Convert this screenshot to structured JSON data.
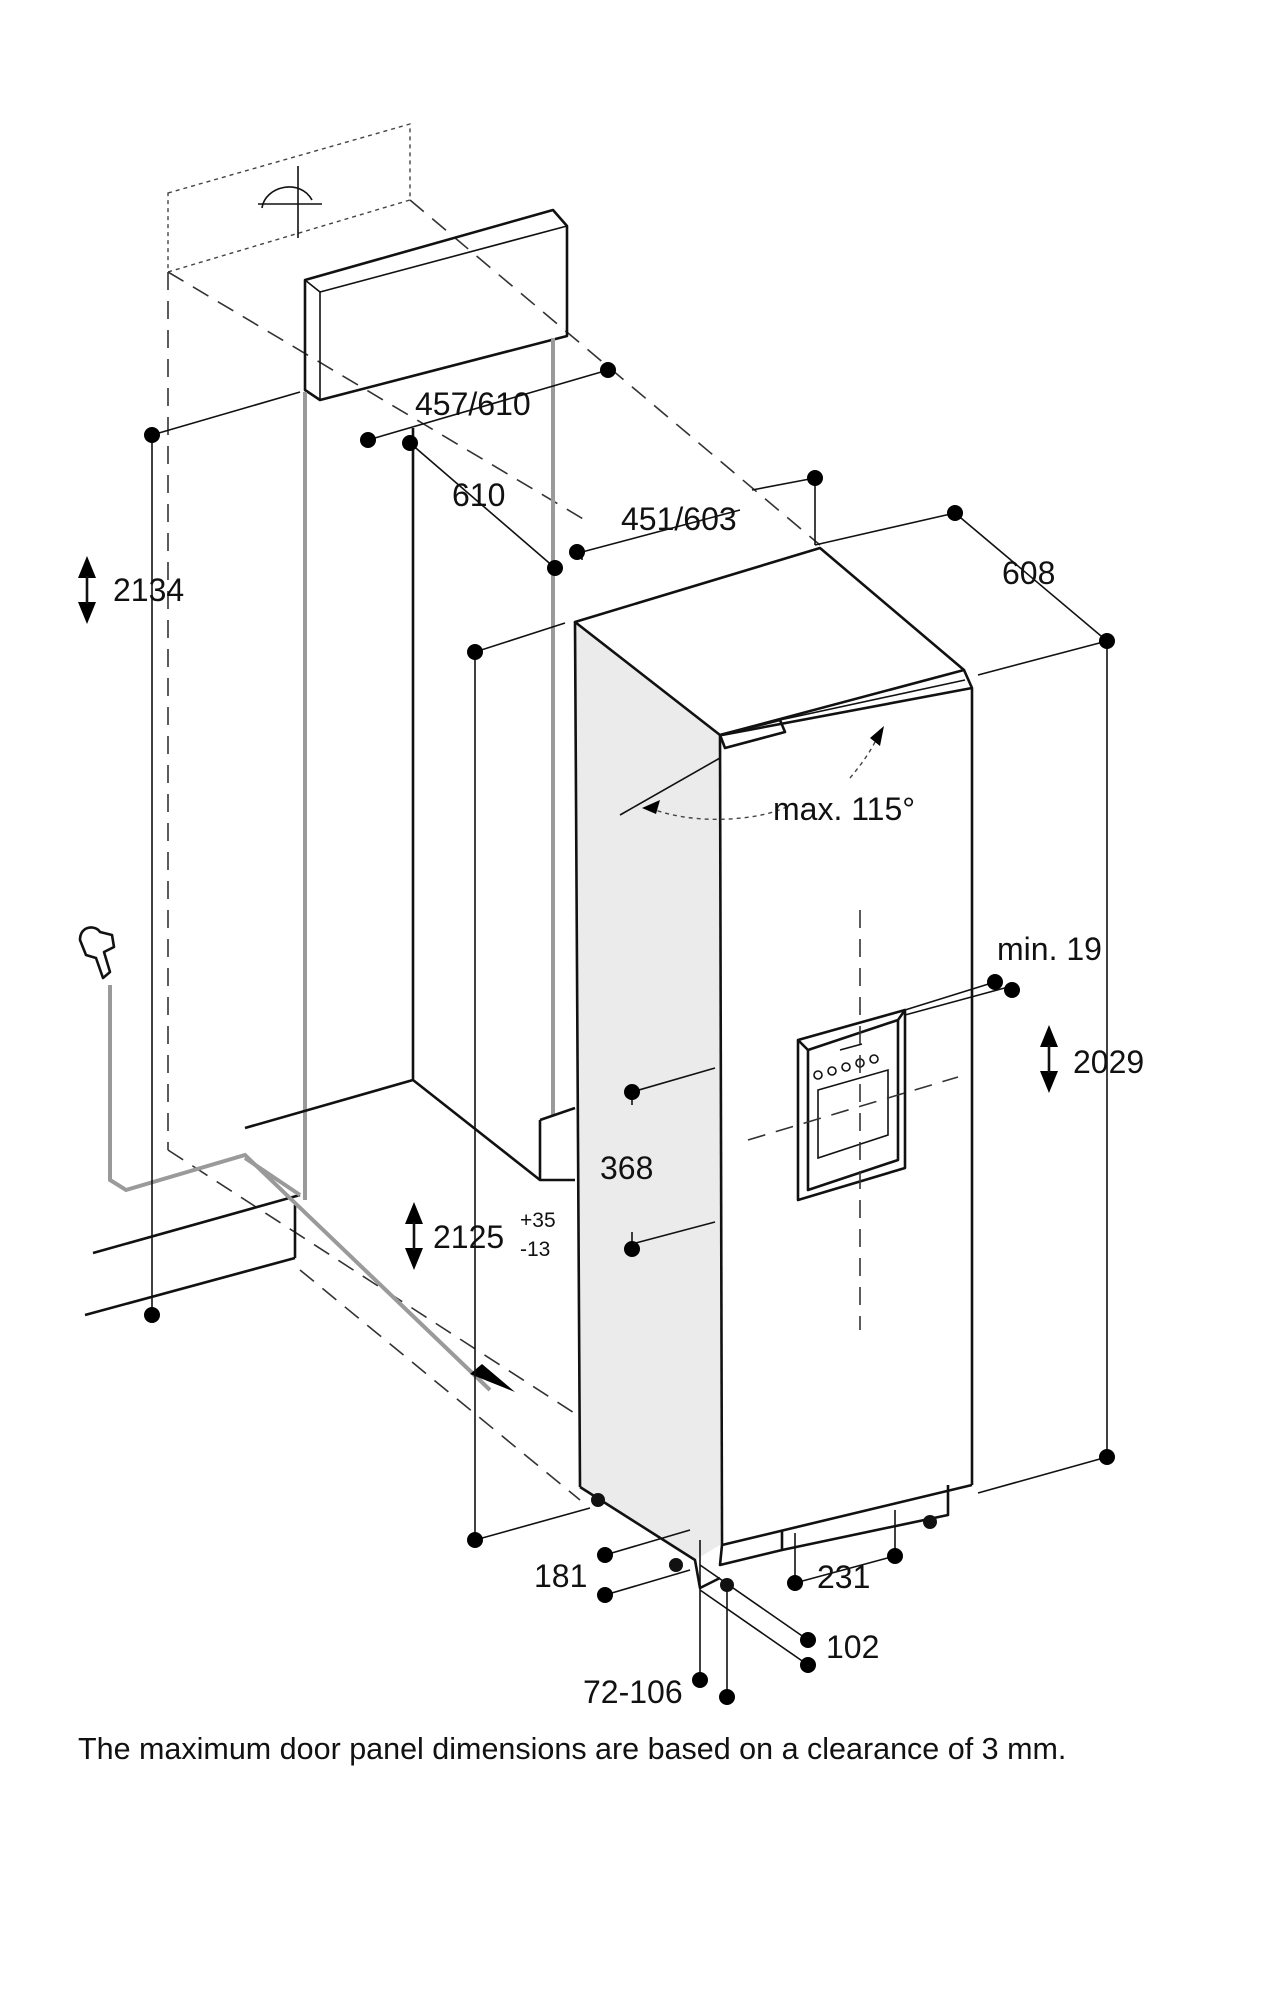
{
  "dimensions": {
    "niche_height": "2134",
    "panel_depth": "457/610",
    "niche_depth": "610",
    "width": "451/603",
    "appliance_depth": "608",
    "door_opening": "max. 115°",
    "min_clearance": "min. 19",
    "appliance_height": "2029",
    "dispenser_height": "368",
    "install_height": "2125",
    "install_tolerance_plus": "+35",
    "install_tolerance_minus": "-13",
    "plinth_height": "181",
    "plinth_width": "231",
    "plinth_depth": "102",
    "foot_range": "72-106"
  },
  "caption": "The maximum door panel dimensions are based on a clearance of 3 mm."
}
